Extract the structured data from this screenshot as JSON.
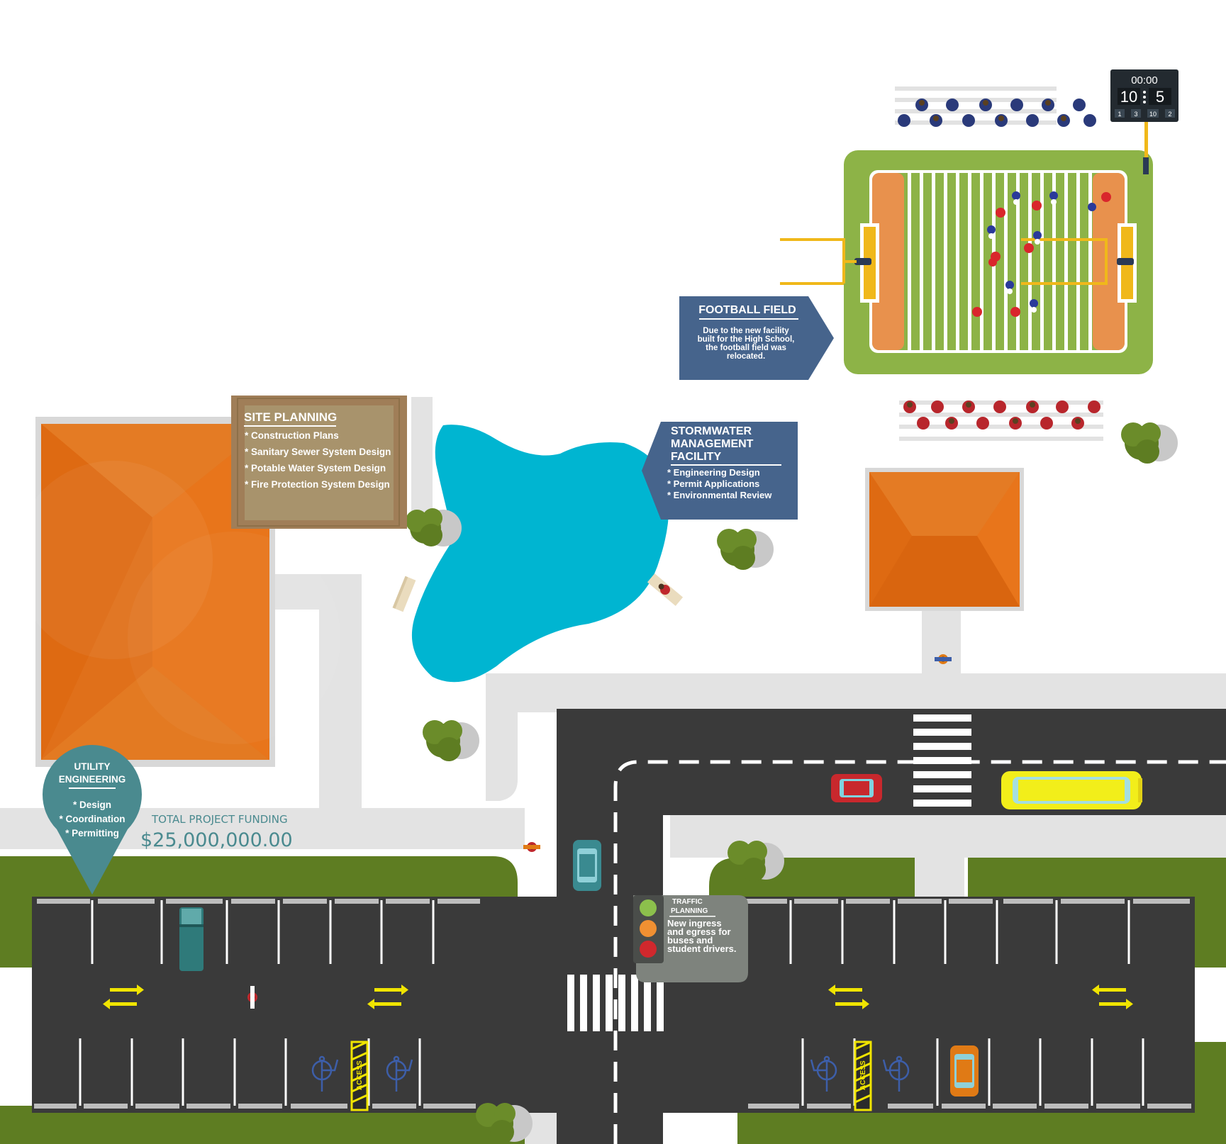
{
  "football_callout": {
    "title": "FOOTBALL FIELD",
    "body": [
      "Due to the new facility",
      "built for the High School,",
      "the football field was",
      "relocated."
    ]
  },
  "site_planning_callout": {
    "title": "SITE PLANNING",
    "items": [
      "* Construction Plans",
      "* Sanitary Sewer System Design",
      "* Potable Water System Design",
      "* Fire Protection System Design"
    ]
  },
  "stormwater_callout": {
    "title": [
      "STORMWATER",
      "MANAGEMENT",
      "FACILITY"
    ],
    "items": [
      "* Engineering Design",
      "* Permit Applications",
      "* Environmental Review"
    ]
  },
  "utility_callout": {
    "title": [
      "UTILITY",
      "ENGINEERING"
    ],
    "items": [
      "* Design",
      "* Coordination",
      "* Permitting"
    ]
  },
  "funding": {
    "label": "TOTAL PROJECT FUNDING",
    "amount": "$25,000,000.00"
  },
  "traffic_callout": {
    "title": [
      "TRAFFIC",
      "PLANNING"
    ],
    "body": [
      "New ingress",
      "and egress for",
      "buses and",
      "student drivers."
    ]
  },
  "scoreboard": {
    "clock": "00:00",
    "home_score": "10",
    "away_score": "5",
    "stats": [
      "1",
      "3",
      "10",
      "2"
    ]
  },
  "access_labels": [
    "ACCESS",
    "ACCESS"
  ],
  "colors": {
    "roof": "#e0701a",
    "pond": "#00b5d1",
    "grass": "#8db347",
    "field_endzone": "#e8914d",
    "road": "#3a3a3a",
    "callout_blue": "#46648c",
    "callout_brown": "#a8936c",
    "callout_teal": "#4a8a8f",
    "traffic_gray": "#7e837d",
    "lawn": "#5e7d22"
  }
}
